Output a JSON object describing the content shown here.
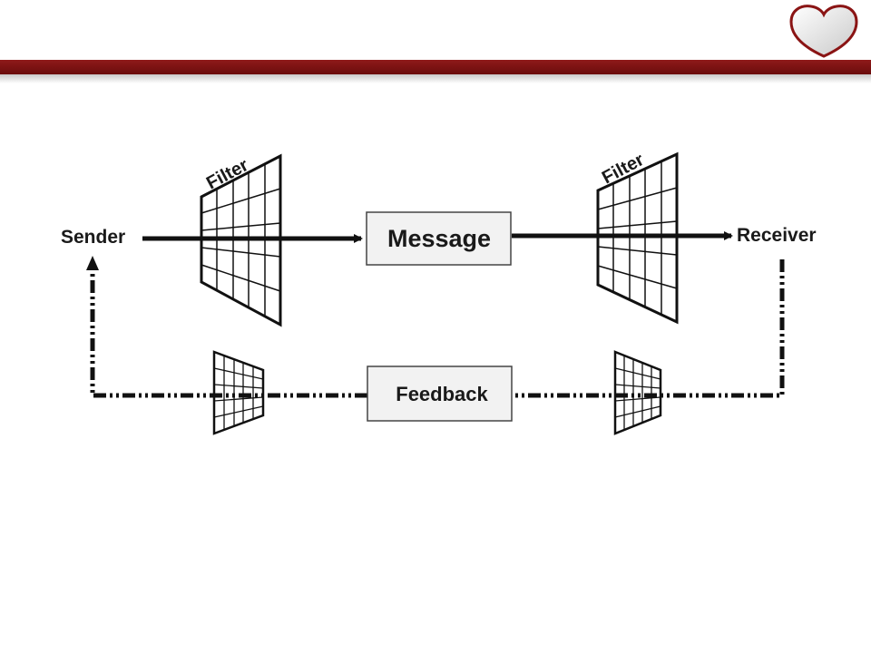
{
  "slide": {
    "accent_color": "#7a1010"
  },
  "diagram": {
    "sender": "Sender",
    "receiver": "Receiver",
    "message": "Message",
    "feedback": "Feedback",
    "filter_sender": "Filter",
    "filter_receiver": "Filter"
  }
}
